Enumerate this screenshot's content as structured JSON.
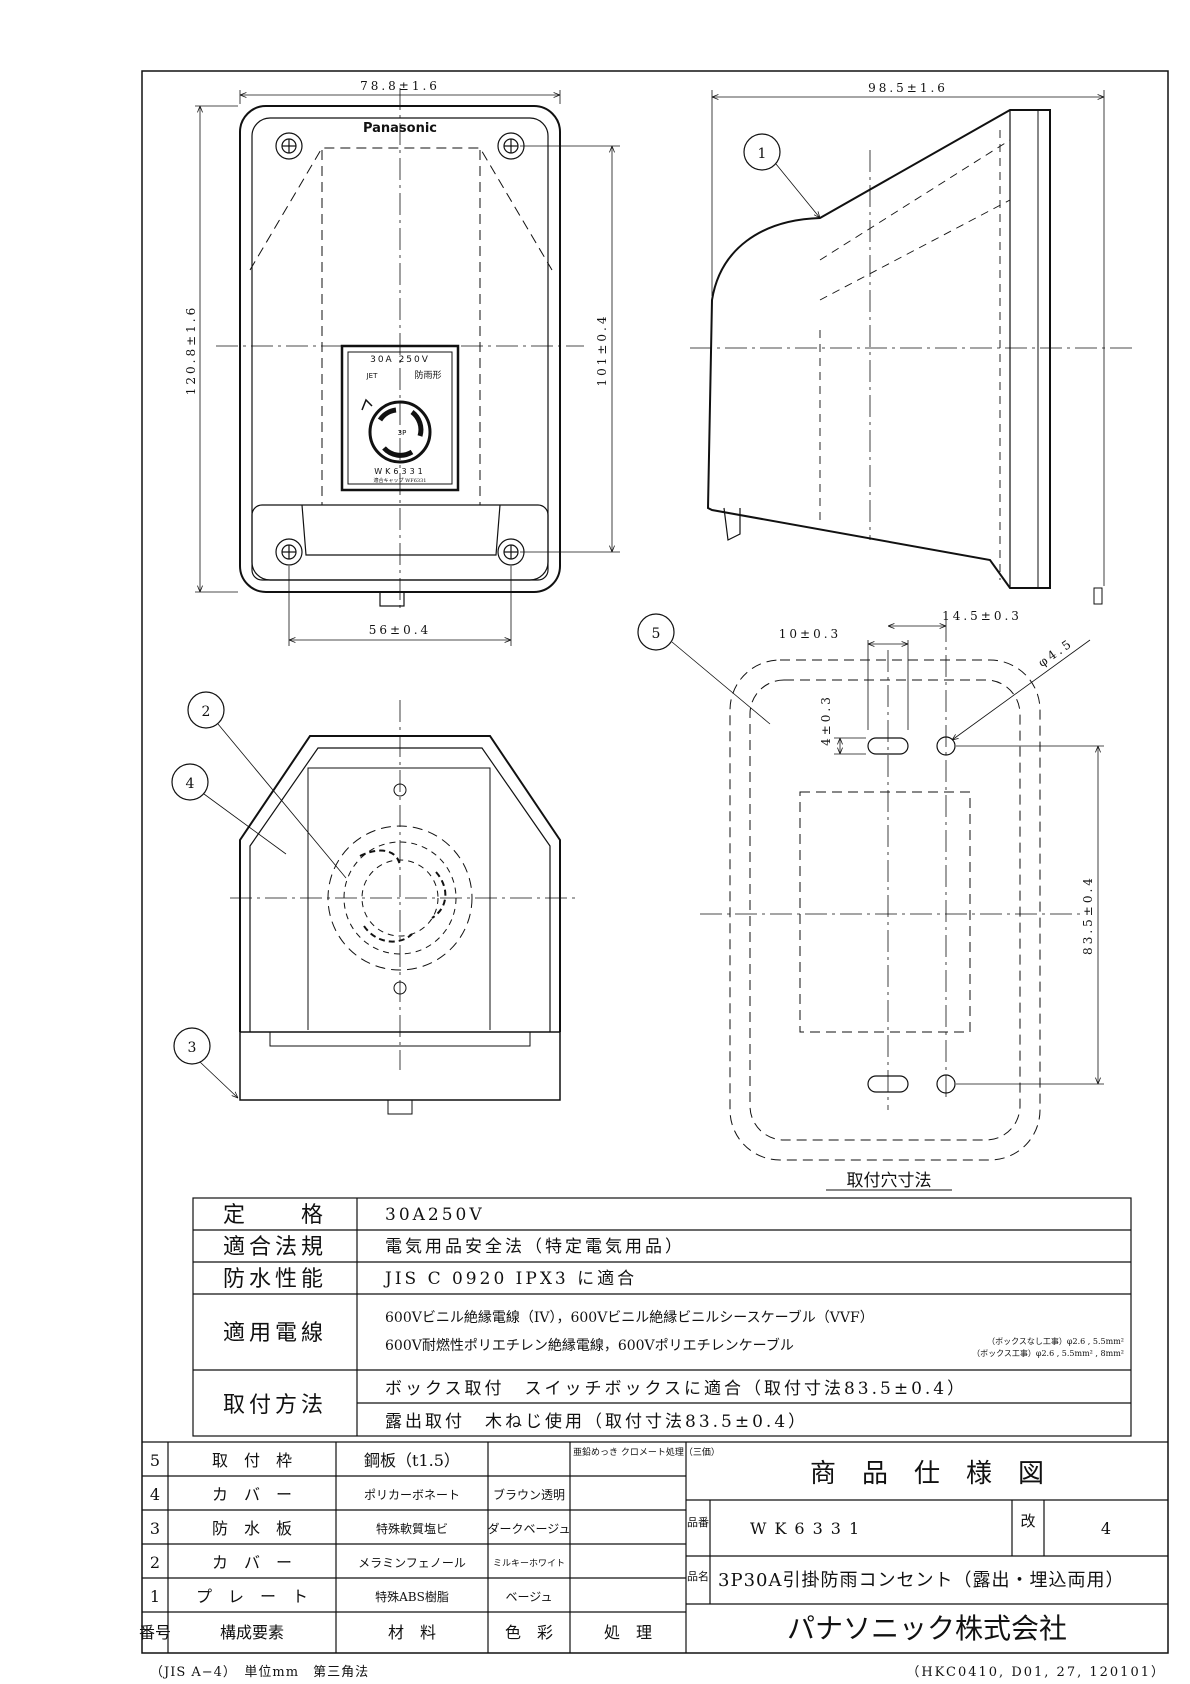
{
  "drawing": {
    "dims": {
      "front_width": "78.8±1.6",
      "front_height": "120.8±1.6",
      "front_inner_height": "101±0.4",
      "front_bottom_width": "56±0.4",
      "side_depth": "98.5±1.6",
      "hole_spacing_x": "14.5±0.3",
      "slot_width": "10±0.3",
      "slot_height": "4±0.3",
      "hole_dia": "φ4.5",
      "mount_pitch": "83.5±0.4"
    },
    "callouts": [
      "1",
      "2",
      "3",
      "4",
      "5"
    ],
    "brand_on_product": "Panasonic",
    "faceplate": {
      "rating": "30A 250V",
      "jet": "JET",
      "rainproof": "防雨形",
      "pole": "3P",
      "model": "WK6331",
      "cap_note": "適合キャップ WF6331"
    },
    "mount_hole_caption": "取付穴寸法"
  },
  "spec_table": {
    "rows": [
      {
        "label": "定　　格",
        "values": [
          "30A250V"
        ]
      },
      {
        "label": "適合法規",
        "values": [
          "電気用品安全法（特定電気用品）"
        ]
      },
      {
        "label": "防水性能",
        "values": [
          "JIS C 0920 IPX3 に適合"
        ]
      },
      {
        "label": "適用電線",
        "values": [
          "600Vビニル絶縁電線（IV），600Vビニル絶縁ビニルシースケーブル（VVF）",
          "600V耐燃性ポリエチレン絶縁電線，600Vポリエチレンケーブル"
        ],
        "notes": [
          "（ボックスなし工事）φ2.6 , 5.5mm²",
          "（ボックス工事）φ2.6 , 5.5mm² , 8mm²"
        ]
      },
      {
        "label": "取付方法",
        "values": [
          "ボックス取付　スイッチボックスに適合（取付寸法83.5±0.4）",
          "露出取付　木ねじ使用（取付寸法83.5±0.4）"
        ]
      }
    ]
  },
  "parts": {
    "headers": [
      "番号",
      "構成要素",
      "材　料",
      "色　彩",
      "処　理"
    ],
    "rows": [
      {
        "no": "5",
        "name": "取　付　枠",
        "material": "鋼板（t1.5）",
        "color": "",
        "treatment": "亜鉛めっき クロメート処理（三価）"
      },
      {
        "no": "4",
        "name": "カ　バ　ー",
        "material": "ポリカーボネート",
        "color": "ブラウン透明",
        "treatment": ""
      },
      {
        "no": "3",
        "name": "防　水　板",
        "material": "特殊軟質塩ビ",
        "color": "ダークベージュ",
        "treatment": ""
      },
      {
        "no": "2",
        "name": "カ　バ　ー",
        "material": "メラミンフェノール",
        "color": "ミルキーホワイト",
        "treatment": ""
      },
      {
        "no": "1",
        "name": "プ　レ　ー　ト",
        "material": "特殊ABS樹脂",
        "color": "ベージュ",
        "treatment": ""
      }
    ]
  },
  "title_block": {
    "title": "商　品　仕　様　図",
    "part_no_label": "品番",
    "part_no": "WK6331",
    "rev_label": "改",
    "rev": "4",
    "name_label": "品名",
    "name": "3P30A引掛防雨コンセント（露出・埋込両用）",
    "company": "パナソニック株式会社"
  },
  "footer": {
    "left": "（JIS A−4）　単位mm　第三角法",
    "right": "（HKC0410, D01, 27, 120101）"
  }
}
